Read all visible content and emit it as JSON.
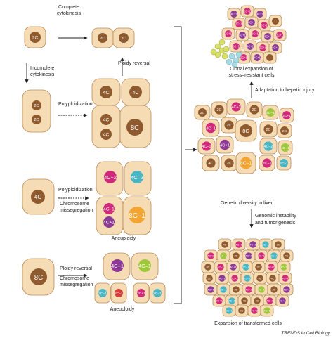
{
  "labels": {
    "complete_cytokinesis": [
      "Complete",
      "cytokinesis"
    ],
    "incomplete_cytokinesis": [
      "Incomplete",
      "cytokinesis"
    ],
    "ploidy_reversal_top": "Ploidy reversal",
    "polyploidization_1": "Polyploidization",
    "polyploidization_2": "Polyploidization",
    "chromosome_missegregation_1": [
      "Chromosome",
      "missegregation"
    ],
    "aneuploidy_1": "Aneuploidy",
    "ploidy_reversal_bottom": "Ploidy reversal",
    "chromosome_missegregation_2": [
      "Chromosome",
      "missegregation"
    ],
    "aneuploidy_2": "Aneuploidy",
    "clonal_expansion": [
      "Clonal expansion of",
      "stress–resistant cells"
    ],
    "adaptation": "Adaptation to hepatic injury",
    "genetic_diversity": "Genetic diversity in liver",
    "genomic_instability": [
      "Genomic instability",
      "and tumorigenesis"
    ],
    "expansion_transformed": "Expansion of transformed cells",
    "journal_credit": "TRENDS in Cell Biology"
  },
  "nuclei": {
    "n2C": "2C",
    "n4C": "4C",
    "n8C": "8C",
    "n4Cp2": "4C+2",
    "n4Cm2": "4C–2",
    "n4Cm1": "4C–1",
    "n4Cp1": "4C+1",
    "n8Cm1": "8C–1",
    "n2Cm1": "2C–1",
    "n2Cp1": "2C+1"
  },
  "colors": {
    "cell_fill": "#f6dcb5",
    "cell_stroke": "#b98a57",
    "brown": "#8e5a2e",
    "magenta": "#d12a7a",
    "purple": "#8d3a96",
    "teal": "#49b6c6",
    "orange": "#f2a531",
    "olive": "#9fc73c",
    "crimson": "#d83a3a",
    "yellow_green": "#d8e06b",
    "light_blue": "#a7dbe6"
  }
}
